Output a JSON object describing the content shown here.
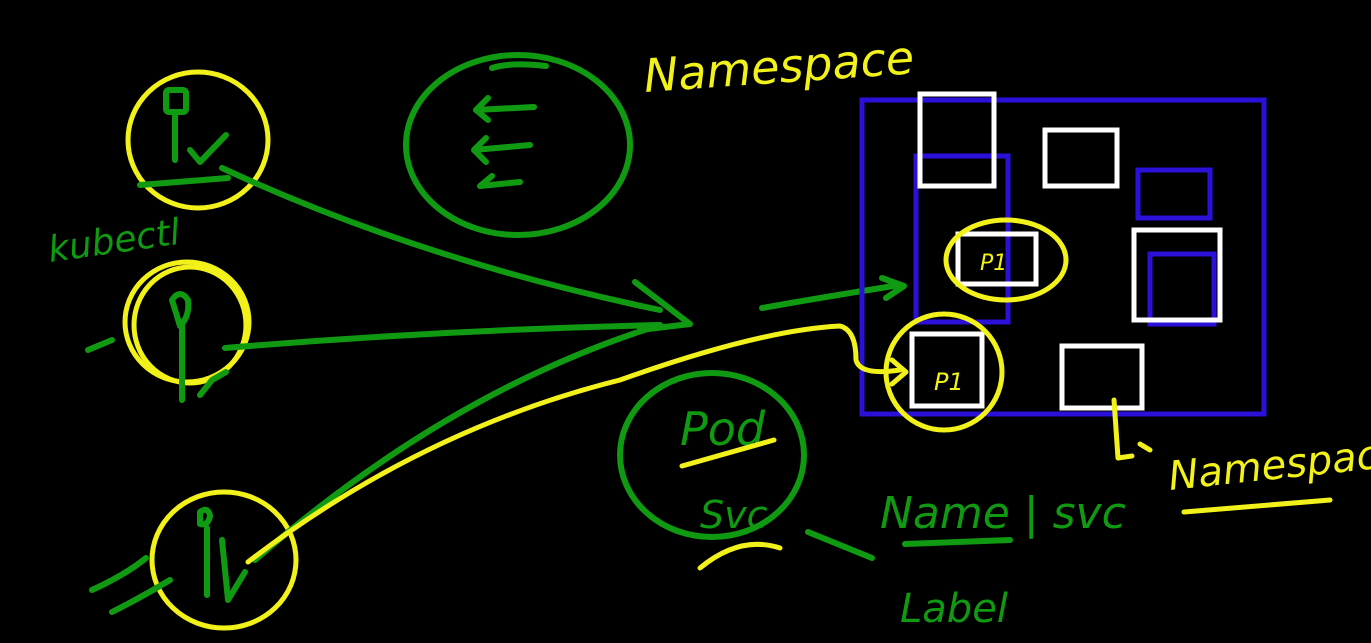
{
  "labels": {
    "namespace_top": "Namespace",
    "kubectl": "kubectl",
    "pod": "Pod",
    "svc": "Svc",
    "name_svc": "Name | svc",
    "label": "Label",
    "namespace_bottom": "Namespace",
    "p1": "P1",
    "p2": "P1"
  },
  "colors": {
    "background": "#000000",
    "pen_green": "#0f9a12",
    "pen_yellow": "#f2f21a",
    "pen_blue": "#2a10d8",
    "pen_white": "#ffffff"
  }
}
